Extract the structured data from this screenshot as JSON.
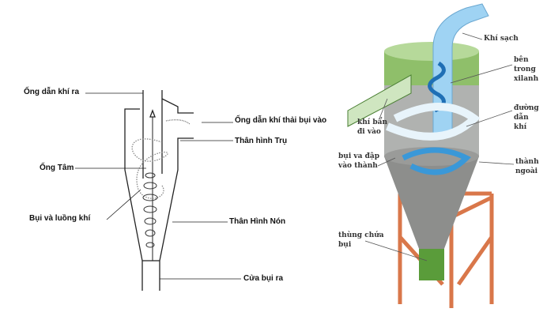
{
  "left_diagram": {
    "labels": {
      "gas_outlet": "Ống dẫn khí ra",
      "dust_gas_inlet": "Ống dẫn khí thải bụi vào",
      "cylinder_body": "Thân hình Trụ",
      "center_tube": "Ống Tâm",
      "dust_and_airflow": "Bụi và luồng khí",
      "cone_body": "Thân Hình Nón",
      "dust_outlet": "Cửa bụi ra"
    }
  },
  "right_diagram": {
    "labels": {
      "clean_air": "Khí sạch",
      "inside_cylinder_1": "bên trong",
      "inside_cylinder_2": "xilanh",
      "air_path_1": "đường dẫn",
      "air_path_2": "khí",
      "dirty_air_1": "khí bẩn",
      "dirty_air_2": "đi vào",
      "dust_hits_1": "bụi va đập",
      "dust_hits_2": "vào thành",
      "outer_wall_1": "thành",
      "outer_wall_2": "ngoài",
      "dust_bin_1": "thùng chứa",
      "dust_bin_2": "bụi"
    },
    "colors": {
      "frame": "#d9774a",
      "green": "#6fa84a",
      "body": "#a9aaa8",
      "air": "#7fc3ea",
      "vortex": "#1f6fb5"
    }
  }
}
